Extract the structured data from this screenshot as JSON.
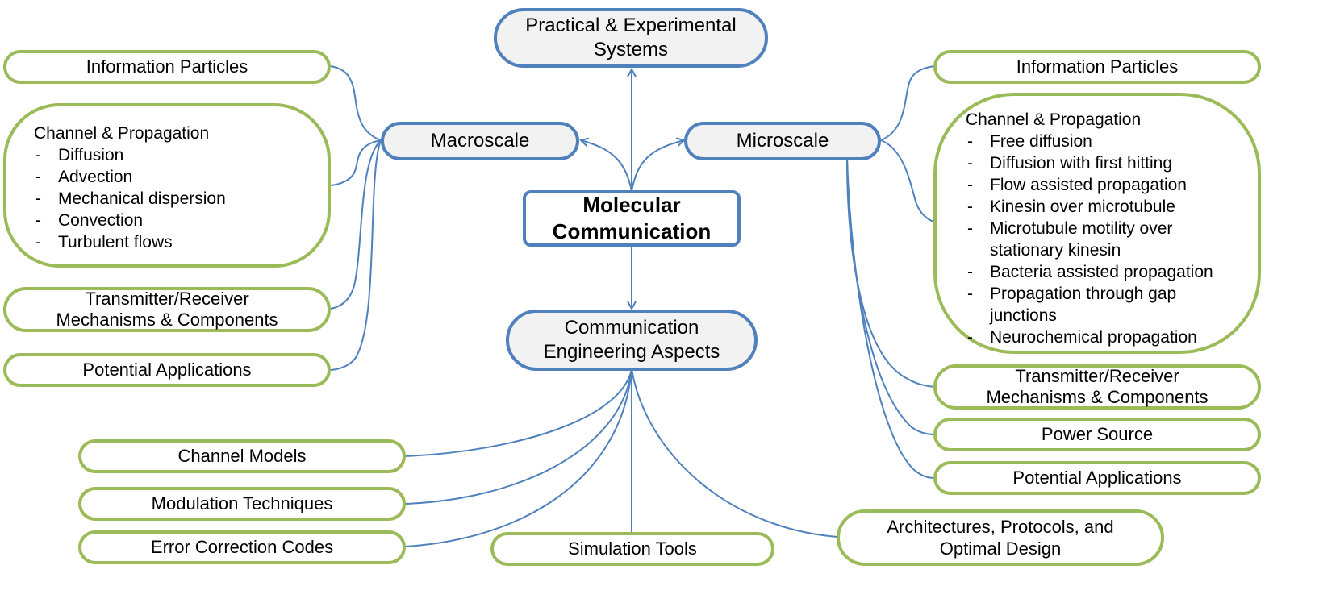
{
  "center": {
    "line1": "Molecular",
    "line2": "Communication"
  },
  "practical": {
    "line1": "Practical & Experimental",
    "line2": "Systems"
  },
  "comm_eng": {
    "line1": "Communication",
    "line2": "Engineering Aspects"
  },
  "macroscale": {
    "label": "Macroscale",
    "info_particles": "Information Particles",
    "channel": {
      "title": "Channel & Propagation",
      "items": [
        "Diffusion",
        "Advection",
        "Mechanical dispersion",
        "Convection",
        "Turbulent flows"
      ]
    },
    "tx_rx": {
      "line1": "Transmitter/Receiver",
      "line2": "Mechanisms & Components"
    },
    "applications": "Potential Applications"
  },
  "microscale": {
    "label": "Microscale",
    "info_particles": "Information Particles",
    "channel": {
      "title": "Channel & Propagation",
      "items": [
        [
          "Free diffusion"
        ],
        [
          "Diffusion with first hitting"
        ],
        [
          "Flow assisted propagation"
        ],
        [
          "Kinesin over microtubule"
        ],
        [
          "Microtubule motility over",
          "stationary kinesin"
        ],
        [
          "Bacteria assisted propagation"
        ],
        [
          "Propagation through gap",
          "junctions"
        ],
        [
          "Neurochemical propagation"
        ]
      ]
    },
    "tx_rx": {
      "line1": "Transmitter/Receiver",
      "line2": "Mechanisms & Components"
    },
    "power": "Power Source",
    "applications": "Potential Applications"
  },
  "engineering": {
    "channel_models": "Channel Models",
    "modulation": "Modulation Techniques",
    "error_correction": "Error Correction Codes",
    "simulation": "Simulation Tools",
    "architectures": {
      "line1": "Architectures, Protocols, and",
      "line2": "Optimal Design"
    }
  },
  "colors": {
    "connector": "#4f81bd",
    "leaf_border": "#9bbb59",
    "hub_border": "#4f81bd",
    "hub_fill": "#f2f2f2"
  }
}
